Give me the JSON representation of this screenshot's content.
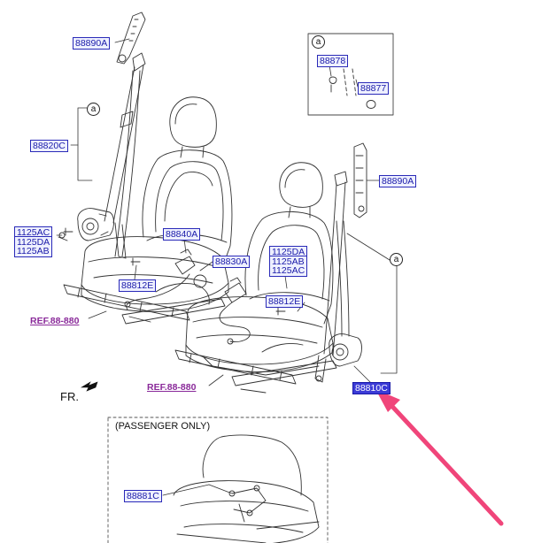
{
  "labels": {
    "p88890a_top": "88890A",
    "p88820c": "88820C",
    "p1125ac_left": "1125AC",
    "p1125da_left": "1125DA",
    "p1125ab_left": "1125AB",
    "p88840a": "88840A",
    "p88812e_left": "88812E",
    "p88830a": "88830A",
    "p88878": "88878",
    "p88877": "88877",
    "p88890a_right": "88890A",
    "p1125da_mid": "1125DA",
    "p1125ab_mid": "1125AB",
    "p1125ac_mid": "1125AC",
    "p88812e_mid": "88812E",
    "p88810c": "88810C",
    "p88881c": "88881C"
  },
  "refs": {
    "left": "REF.88-880",
    "mid": "REF.88-880"
  },
  "callouts": {
    "letter": "a"
  },
  "direction_label": "FR.",
  "inset": {
    "title": "(PASSENGER ONLY)"
  },
  "colors": {
    "label_text": "#1a1aa8",
    "label_bg": "#eef0ff",
    "selected_bg": "#3b3bd6",
    "ref_text": "#8a2a9a",
    "arrow": "#f0457a"
  }
}
